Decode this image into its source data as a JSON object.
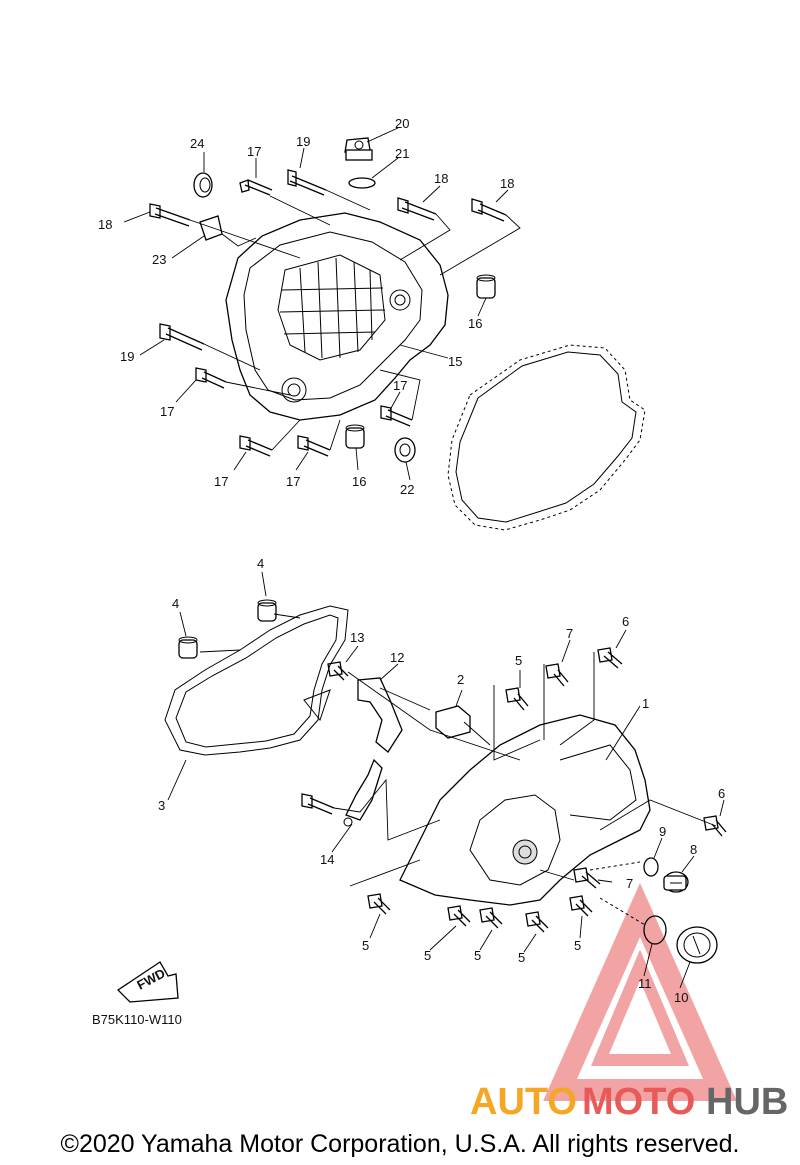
{
  "diagram_code": "B75K110-W110",
  "fwd_label": "FWD",
  "copyright": "©2020 Yamaha Motor Corporation, U.S.A. All rights reserved.",
  "watermark": {
    "part1": "AUTO",
    "part2": "MOTO",
    "part3": "HUB",
    "colors": {
      "orange": "#f5a623",
      "red": "#e85a5a",
      "gray": "#666666"
    }
  },
  "callouts": {
    "c24": "24",
    "c17a": "17",
    "c19a": "19",
    "c20": "20",
    "c21": "21",
    "c18a": "18",
    "c18b": "18",
    "c18c": "18",
    "c23": "23",
    "c16a": "16",
    "c19b": "19",
    "c15": "15",
    "c17b": "17",
    "c17c": "17",
    "c17d": "17",
    "c17e": "17",
    "c16b": "16",
    "c22": "22",
    "c4a": "4",
    "c4b": "4",
    "c13": "13",
    "c12": "12",
    "c2": "2",
    "c5a": "5",
    "c7a": "7",
    "c6a": "6",
    "c1": "1",
    "c3": "3",
    "c6b": "6",
    "c9": "9",
    "c8": "8",
    "c14": "14",
    "c7b": "7",
    "c5b": "5",
    "c5c": "5",
    "c5d": "5",
    "c5e": "5",
    "c5f": "5",
    "c11": "11",
    "c10": "10"
  }
}
